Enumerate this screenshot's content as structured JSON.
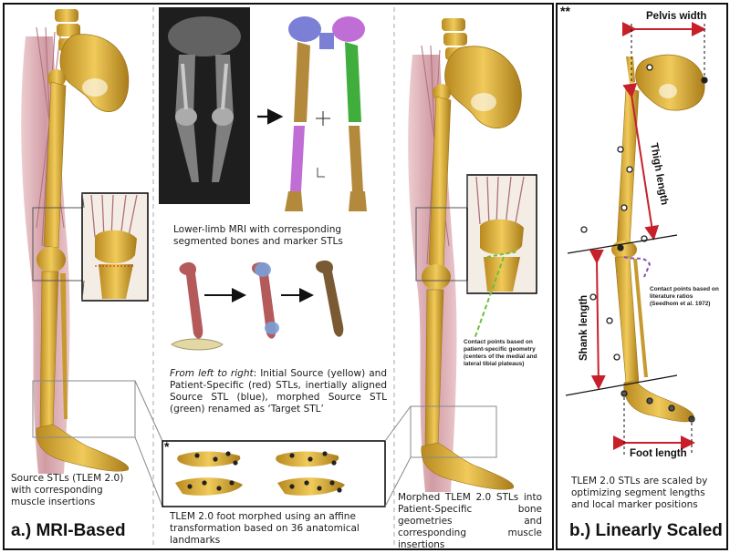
{
  "panels": {
    "a": {
      "label": "a.) MRI-Based"
    },
    "b": {
      "label": "b.) Linearly Scaled",
      "marker": "**"
    }
  },
  "captions": {
    "source": "Source STLs (TLEM 2.0) with corresponding muscle insertions",
    "mri": "Lower-limb MRI with corresponding segmented bones and marker STLs",
    "morph_lead": "From left to right",
    "morph_rest": ": Initial Source (yellow) and Patient-Specific (red) STLs, inertially aligned Source STL (blue), morphed Source STL (green) renamed as ‘Target STL’",
    "foot": "TLEM 2.0 foot morphed using an affine transformation based on 36 anatomical landmarks",
    "foot_marker": "*",
    "morphed": "Morphed TLEM 2.0 STLs into Patient-Specific bone geometries and corresponding muscle insertions",
    "scaled": "TLEM 2.0 STLs are scaled by optimizing segment lengths and local marker positions"
  },
  "annotations": {
    "contact_patient": "Contact points based on patient-specific geometry (centers of the medial and lateral tibial plateaus)",
    "contact_literature": "Contact points based on literature ratios (Seedhom et al. 1972)"
  },
  "measurements": {
    "pelvis": "Pelvis width",
    "thigh": "Thigh length",
    "shank": "Shank length",
    "foot": "Foot length"
  },
  "colors": {
    "bone": "#d9ad3c",
    "bone_dark": "#9c7418",
    "muscle": "#d8a0a8",
    "arrow_red": "#c8202a",
    "contact_green": "#6cbf3a",
    "contact_purple": "#8a4fb0",
    "seg_blue": "#7b7fd6",
    "seg_purple": "#c06ed6",
    "seg_green": "#3fae3c",
    "seg_tan": "#b38a3c",
    "femur_red": "#b55a5a",
    "femur_brown": "#7a5a32"
  }
}
